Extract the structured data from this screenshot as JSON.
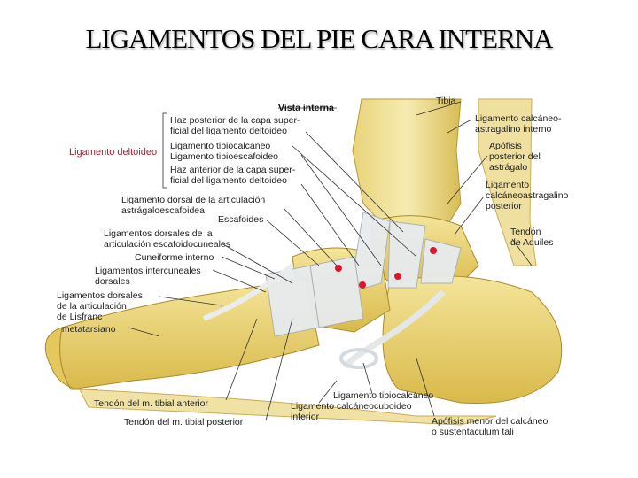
{
  "title": "LIGAMENTOS DEL PIE CARA INTERNA",
  "view_label": "Vista interna",
  "highlight_label": "Ligamento deltoideo",
  "labels": {
    "tibia": "Tibia",
    "lig_calc_astr_1": "Ligamento calcáneo-",
    "lig_calc_astr_2": "astragalino interno",
    "apofisis_1": "Apófisis",
    "apofisis_2": "posterior del",
    "apofisis_3": "astrágalo",
    "lig_calc_post_1": "Ligamento",
    "lig_calc_post_2": "calcáneoastragalino",
    "lig_calc_post_3": "posterior",
    "aquiles_1": "Tendón",
    "aquiles_2": "de Aquiles",
    "haz_post_1": "Haz posterior de la capa super-",
    "haz_post_2": "ficial del ligamento deltoideo",
    "lig_tibiocalc": "Ligamento tibiocalcáneo",
    "lig_tibioesc": "Ligamento tibioescafoideo",
    "haz_ant_1": "Haz anterior de la capa super-",
    "haz_ant_2": "ficial del ligamento deltoideo",
    "lig_dorsal_1": "Ligamento dorsal de la articulación",
    "lig_dorsal_2": "astrágaloescafoidea",
    "escafoides": "Escafoides",
    "ligs_dorsales_1": "Ligamentos dorsales de la",
    "ligs_dorsales_2": "articulación escafoidocuneales",
    "cuneiforme": "Cuneiforme interno",
    "intercun_1": "Ligamentos intercuneales",
    "intercun_2": "dorsales",
    "lisfranc_1": "Ligamentos dorsales",
    "lisfranc_2": "de la articulación",
    "lisfranc_3": "de Lisfranc",
    "metatarsiano": "I metatarsiano",
    "tib_ant": "Tendón del m. tibial anterior",
    "tib_post": "Tendón del m. tibial posterior",
    "lig_tibiocalc_bottom": "Ligamento tibiocalcáneo",
    "lig_calccub_1": "Ligamento calcáneocuboideo",
    "lig_calccub_2": "inferior",
    "apof_menor_1": "Apófisis menor del calcáneo",
    "apof_menor_2": "o sustentaculum tali"
  },
  "colors": {
    "bone": "#e8cf63",
    "bone_light": "#f3e497",
    "ligament": "#e6eaee",
    "marker": "#d6192f",
    "highlight": "#b3172b"
  }
}
